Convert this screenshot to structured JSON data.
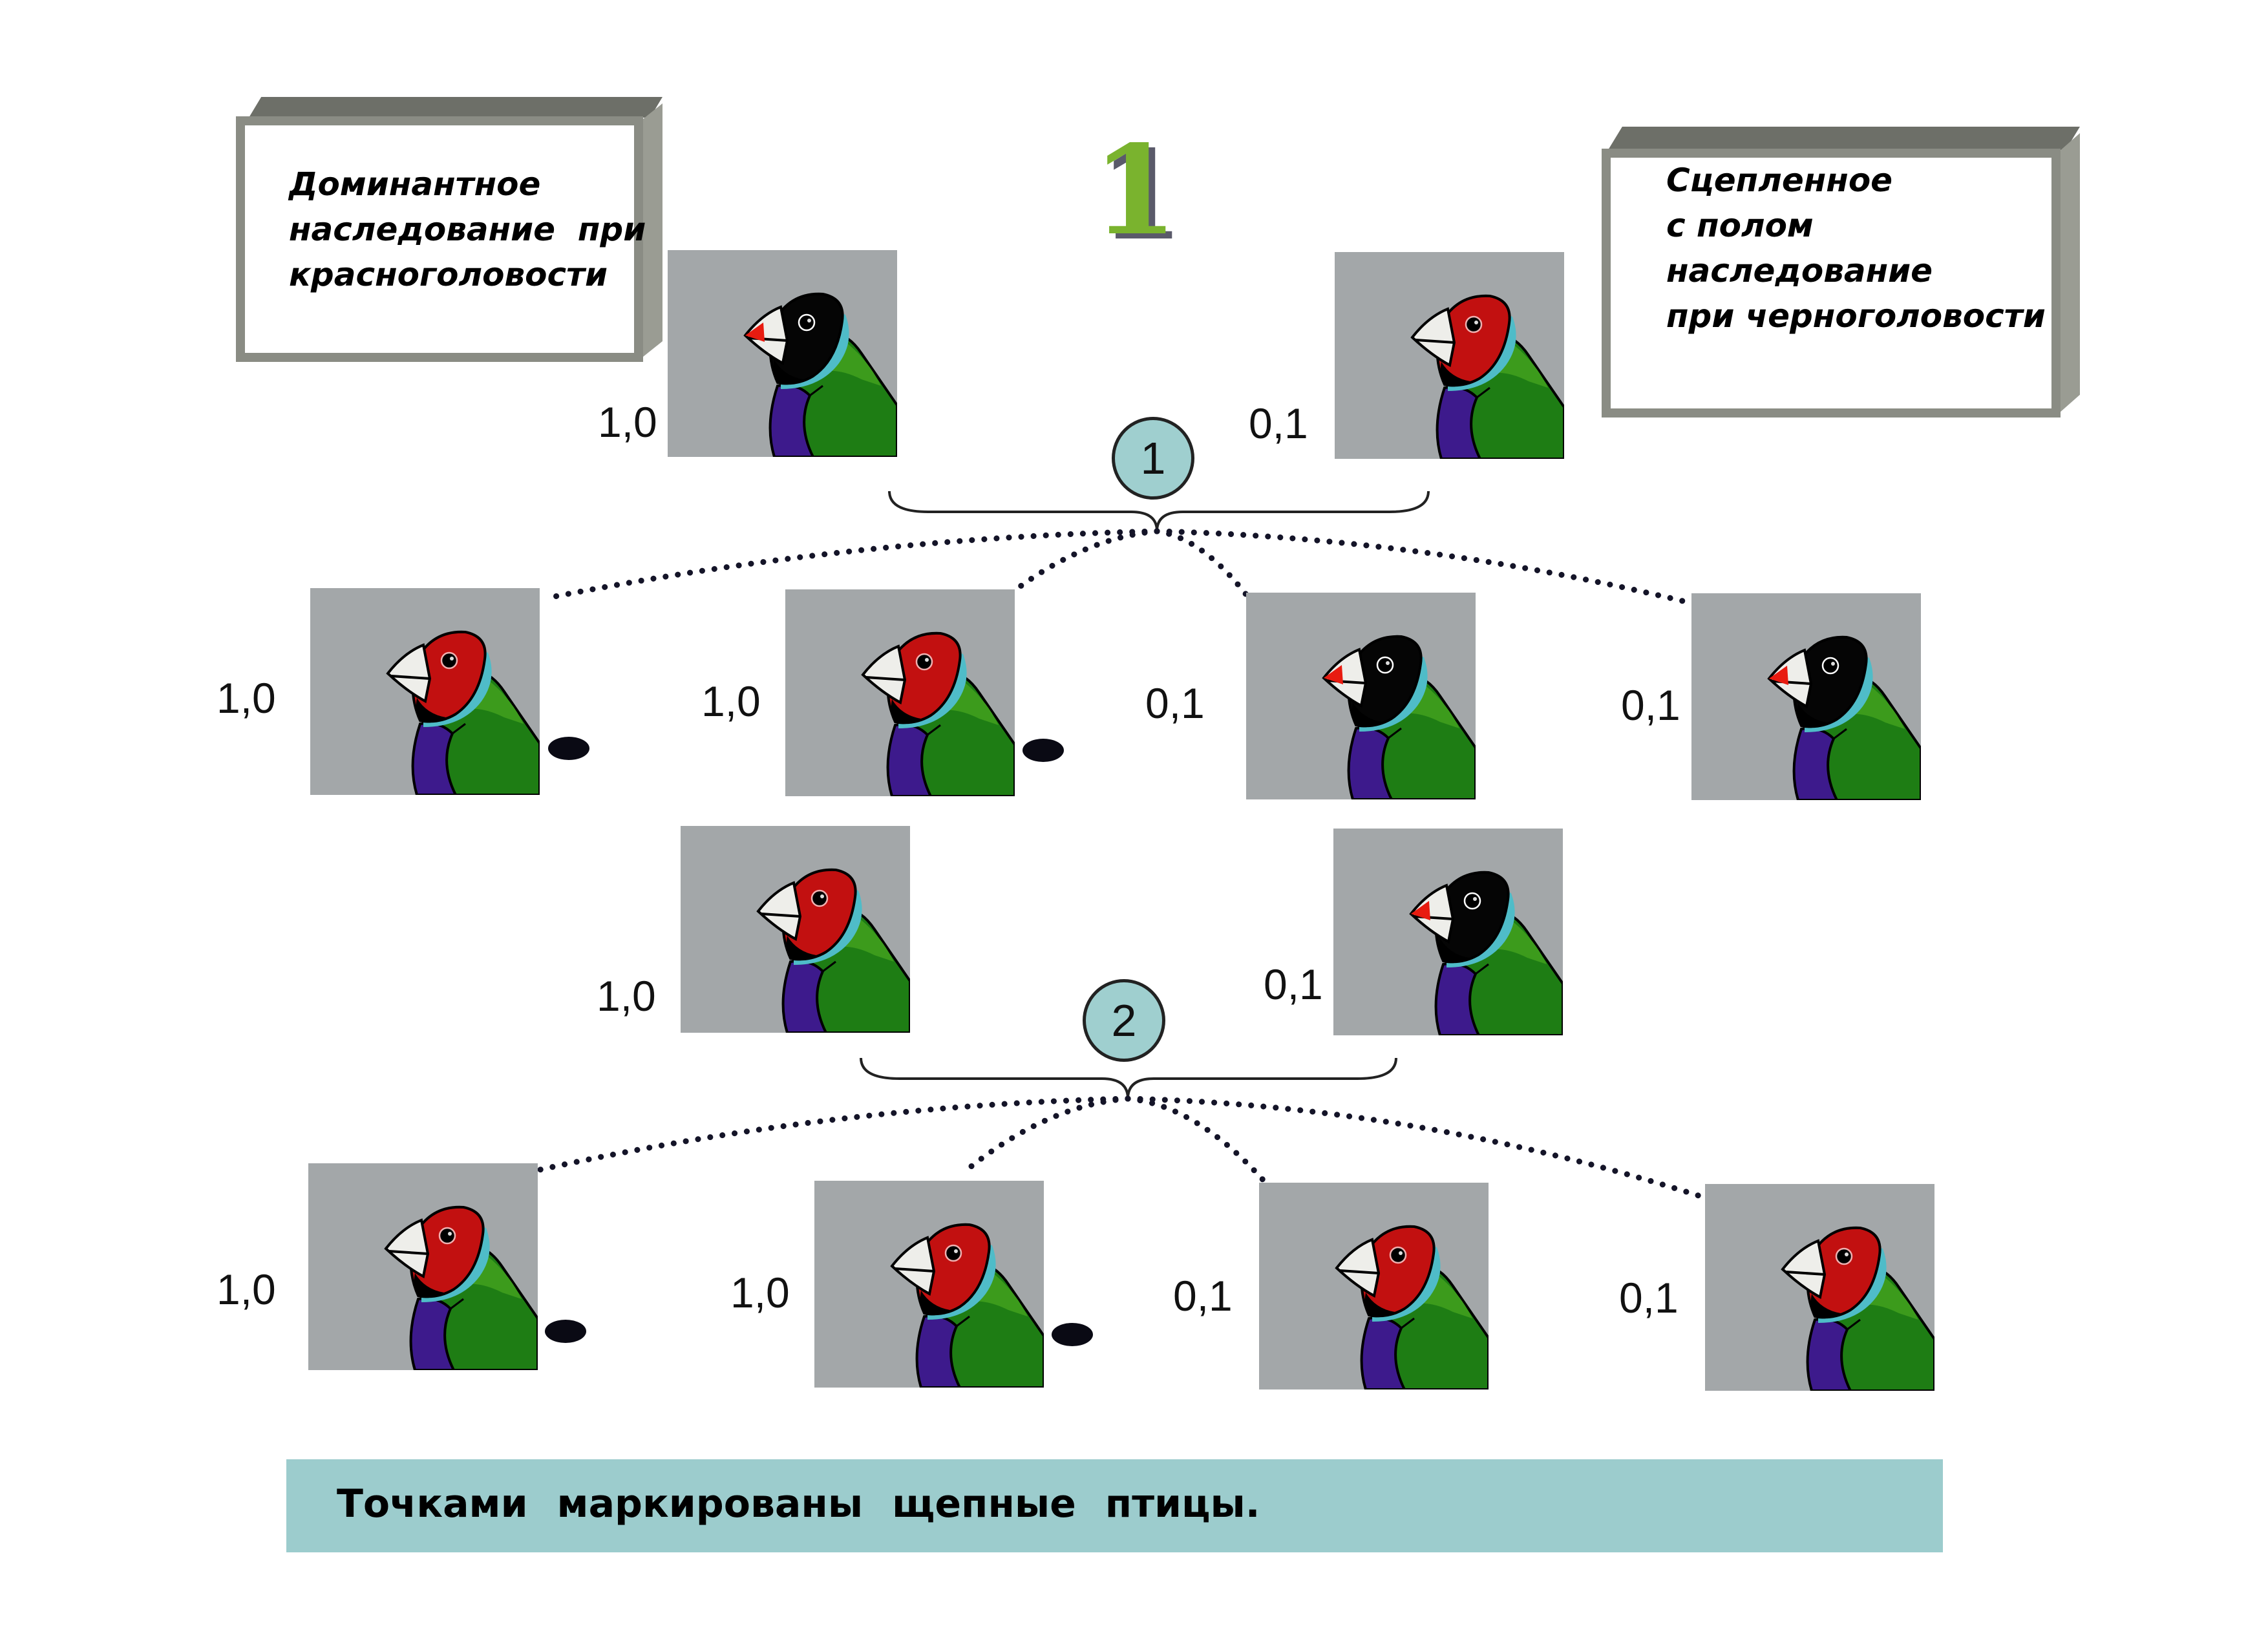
{
  "figure_number": "1",
  "panels": {
    "left": {
      "lines": [
        "Доминантное",
        "наследование  при",
        "красноголовости"
      ]
    },
    "right": {
      "lines": [
        "Сцепленное",
        "с полом",
        "наследование",
        "при черноголовости"
      ]
    }
  },
  "colors": {
    "tile_background": "#a3a7a9",
    "head_red": "#c21010",
    "head_black": "#050505",
    "breast_purple": "#3d1a8c",
    "body_green": "#1e7d14",
    "body_green_light": "#3c9b1c",
    "collar_cyan": "#4fbcc8",
    "beak": "#eeeeea",
    "beak_tip_red": "#e81b10",
    "cross_circle": "#9fcfcf",
    "footer_background": "#9ccccd",
    "numeral_green": "#7ab32e"
  },
  "crosses": [
    {
      "id": "1",
      "label": "1",
      "parents": [
        {
          "head": "black",
          "genotype_label": "1,0",
          "split_marker": false
        },
        {
          "head": "red",
          "genotype_label": "0,1",
          "split_marker": false
        }
      ],
      "offspring": [
        {
          "head": "red",
          "genotype_label": "1,0",
          "split_marker": true
        },
        {
          "head": "red",
          "genotype_label": "1,0",
          "split_marker": true
        },
        {
          "head": "black",
          "genotype_label": "0,1",
          "split_marker": false
        },
        {
          "head": "black",
          "genotype_label": "0,1",
          "split_marker": false
        }
      ]
    },
    {
      "id": "2",
      "label": "2",
      "parents": [
        {
          "head": "red",
          "genotype_label": "1,0",
          "split_marker": false
        },
        {
          "head": "black",
          "genotype_label": "0,1",
          "split_marker": false
        }
      ],
      "offspring": [
        {
          "head": "red",
          "genotype_label": "1,0",
          "split_marker": true
        },
        {
          "head": "red",
          "genotype_label": "1,0",
          "split_marker": true
        },
        {
          "head": "red",
          "genotype_label": "0,1",
          "split_marker": false
        },
        {
          "head": "red",
          "genotype_label": "0,1",
          "split_marker": false
        }
      ]
    }
  ],
  "footer": {
    "note": "Точками маркированы щепные птицы."
  }
}
